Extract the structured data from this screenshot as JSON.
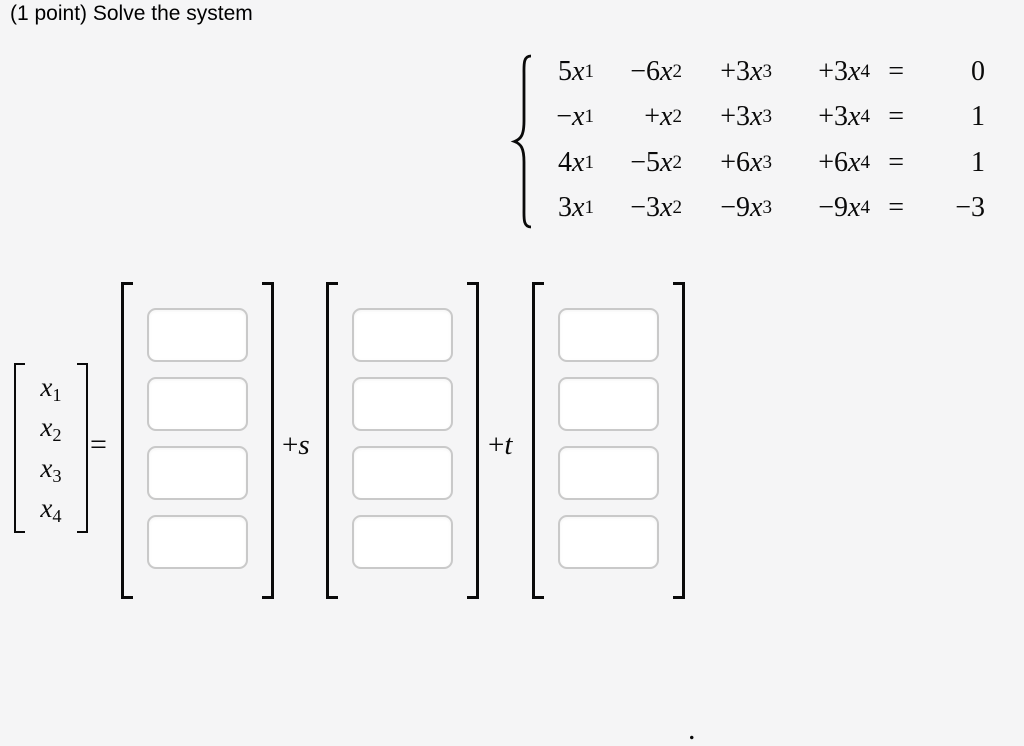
{
  "header": {
    "title": "(1 point) Solve the system"
  },
  "system": {
    "rows": [
      {
        "t1": {
          "coef": "5",
          "var": "x",
          "sub": "1"
        },
        "t2": {
          "coef": "−6",
          "var": "x",
          "sub": "2"
        },
        "t3": {
          "coef": "+3",
          "var": "x",
          "sub": "3"
        },
        "t4": {
          "coef": "+3",
          "var": "x",
          "sub": "4"
        },
        "eq": "=",
        "rhs": "0"
      },
      {
        "t1": {
          "coef": "−",
          "var": "x",
          "sub": "1"
        },
        "t2": {
          "coef": "+",
          "var": "x",
          "sub": "2"
        },
        "t3": {
          "coef": "+3",
          "var": "x",
          "sub": "3"
        },
        "t4": {
          "coef": "+3",
          "var": "x",
          "sub": "4"
        },
        "eq": "=",
        "rhs": "1"
      },
      {
        "t1": {
          "coef": "4",
          "var": "x",
          "sub": "1"
        },
        "t2": {
          "coef": "−5",
          "var": "x",
          "sub": "2"
        },
        "t3": {
          "coef": "+6",
          "var": "x",
          "sub": "3"
        },
        "t4": {
          "coef": "+6",
          "var": "x",
          "sub": "4"
        },
        "eq": "=",
        "rhs": "1"
      },
      {
        "t1": {
          "coef": "3",
          "var": "x",
          "sub": "1"
        },
        "t2": {
          "coef": "−3",
          "var": "x",
          "sub": "2"
        },
        "t3": {
          "coef": "−9",
          "var": "x",
          "sub": "3"
        },
        "t4": {
          "coef": "−9",
          "var": "x",
          "sub": "4"
        },
        "eq": "=",
        "rhs": "−3"
      }
    ]
  },
  "solution": {
    "vector": [
      {
        "var": "x",
        "sub": "1"
      },
      {
        "var": "x",
        "sub": "2"
      },
      {
        "var": "x",
        "sub": "3"
      },
      {
        "var": "x",
        "sub": "4"
      }
    ],
    "equals": "=",
    "plus_s": {
      "sign": "+",
      "var": "s"
    },
    "plus_t": {
      "sign": "+",
      "var": "t"
    },
    "period": "."
  },
  "answers": {
    "base": [
      "",
      "",
      "",
      ""
    ],
    "s": [
      "",
      "",
      "",
      ""
    ],
    "t": [
      "",
      "",
      "",
      ""
    ]
  },
  "colors": {
    "background": "#f5f5f6",
    "text": "#000000",
    "bracket": "#0a0a0a",
    "input_border": "#c9c9c9",
    "input_bg": "#ffffff"
  }
}
